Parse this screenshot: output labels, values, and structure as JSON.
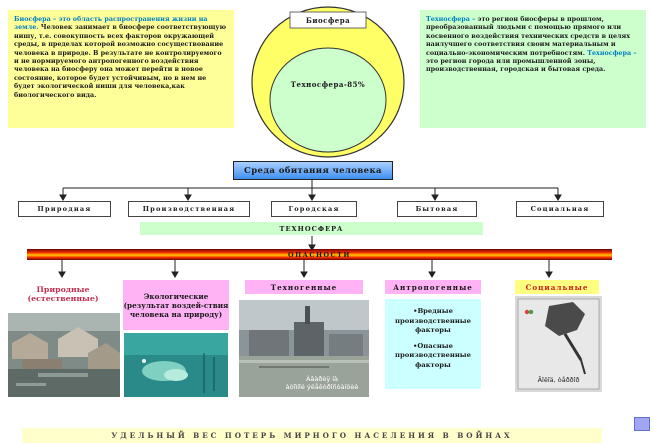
{
  "biosphere_note": {
    "title": "Биосфера – это область распространения жизни на земле.",
    "text": "Человек занимает в биосфере соответствующую нишу, т.е. совокупность всех факторов окружающей среды, в пределах которой возможно сосуществование человека в природе. В результате не контролируемого и не нормируемого антропогенного воздействия человека на биосферу она может перейти в новое состояние, которое будет устойчивым, но в нем не будет экологической ниши для человека,как биологического вида."
  },
  "technosphere_note": {
    "title1": "Техносфера –",
    "text1": " это регион биосферы в прошлом, преобразованный людьми с помощью прямого или косвенного воздействия технических средств в целях наилучшего соответствия своим материальным и социально-экономическим потребностям.",
    "title2": "Техносфера –",
    "text2": " это регион города или промышленной зоны, производственная, городская и бытовая среда."
  },
  "circle": {
    "outer_label": "Биосфера",
    "inner_label": "Техносфера-85%"
  },
  "habitat_label": "Среда обитания человека",
  "environments": [
    "Природная",
    "Производственная",
    "Городская",
    "Бытовая",
    "Социальная"
  ],
  "technosphere_band": "ТЕХНОСФЕРА",
  "hazards_band": "ОПАСНОСТИ",
  "hazards": [
    {
      "label": "Природные (естественные)",
      "color": "#f6f6f6",
      "text_color": "#c03050"
    },
    {
      "label": "Экологические (результат воздей-ствия человека на природу)",
      "color": "#ffb3f5",
      "text_color": "#1a1a1a"
    },
    {
      "label": "Техногенные",
      "color": "#ffb3f5",
      "text_color": "#1a1a1a"
    },
    {
      "label": "Антропогенные",
      "color": "#ffb3f5",
      "text_color": "#1a1a1a"
    },
    {
      "label": "Социальные",
      "color": "#ffff80",
      "text_color": "#cc2020"
    }
  ],
  "anthropogenic_detail": [
    "•Вредные производственные факторы",
    "•Опасные производственные факторы"
  ],
  "photo_caption_tech": "Àâàðèÿ íà\nàòîìíîé ýëåêòðîñòàíöèè",
  "photo_caption_social": "Ãîëîä, òåððîð",
  "bottom_banner": "УДЕЛЬНЫЙ ВЕС ПОТЕРЬ МИРНОГО НАСЕЛЕНИЯ В ВОЙНАХ",
  "colors": {
    "note_bg": "#ffff99",
    "techno_note_bg": "#ccffcc",
    "circle_outer": "#ffff66",
    "circle_inner": "#ccffcc",
    "habitat_bg": "#66aaff",
    "band_bg": "#ccffcc",
    "bottom_banner_bg": "#ffffcc"
  }
}
